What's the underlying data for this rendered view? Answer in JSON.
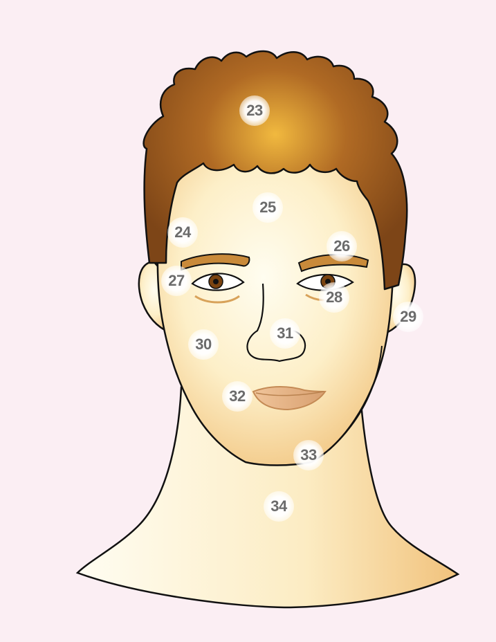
{
  "points": [
    {
      "id": "point-23",
      "label": "23"
    },
    {
      "id": "point-24",
      "label": "24"
    },
    {
      "id": "point-25",
      "label": "25"
    },
    {
      "id": "point-26",
      "label": "26"
    },
    {
      "id": "point-27",
      "label": "27"
    },
    {
      "id": "point-28",
      "label": "28"
    },
    {
      "id": "point-29",
      "label": "29"
    },
    {
      "id": "point-30",
      "label": "30"
    },
    {
      "id": "point-31",
      "label": "31"
    },
    {
      "id": "point-32",
      "label": "32"
    },
    {
      "id": "point-33",
      "label": "33"
    },
    {
      "id": "point-34",
      "label": "34"
    }
  ],
  "colors": {
    "background": "#fbeef3",
    "skin_light": "#fffbe8",
    "skin_warm": "#f7d9a0",
    "hair_dark": "#8a4f1c",
    "hair_light": "#e2a63a",
    "outline": "#111111",
    "label": "#6b6b6b"
  }
}
